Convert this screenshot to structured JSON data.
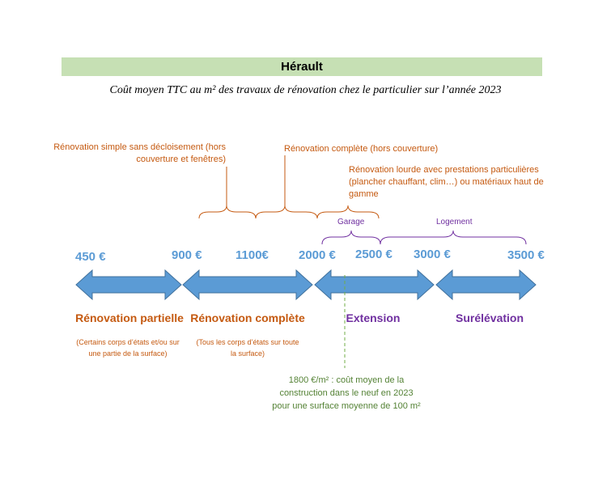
{
  "header": {
    "title": "Hérault"
  },
  "subtitle": "Coût moyen TTC au m² des travaux de rénovation chez le particulier sur l’année 2023",
  "brackets": {
    "simple": {
      "line1": "Rénovation simple sans décloisement (hors",
      "line2": "couverture et fenêtres)"
    },
    "complete": {
      "text": "Rénovation complète (hors couverture)"
    },
    "lourde": {
      "line1": "Rénovation lourde avec prestations particulières",
      "line2": "(plancher chauffant, clim…) ou matériaux haut de",
      "line3": "gamme"
    },
    "garage": "Garage",
    "logement": "Logement"
  },
  "prices": [
    "450 €",
    "900 €",
    "1100€",
    "2000 €",
    "2500 €",
    "3000 €",
    "3500 €"
  ],
  "categories": {
    "partielle": {
      "label": "Rénovation partielle",
      "note1": "(Certains corps d’états et/ou sur",
      "note2": "une partie de la surface)"
    },
    "complete": {
      "label": "Rénovation complète",
      "note1": "(Tous les corps d’états sur toute",
      "note2": "la surface)"
    },
    "extension": {
      "label": "Extension"
    },
    "surelevation": {
      "label": "Surélévation"
    }
  },
  "construction_note": {
    "line1": "1800 €/m² : coût moyen de la",
    "line2": "construction dans le neuf en 2023",
    "line3": "pour une surface moyenne de 100 m²"
  },
  "colors": {
    "arrow": "#5b9bd5",
    "orange": "#c55a11",
    "purple": "#7030a0",
    "green": "#548235",
    "banner": "#c6e0b4"
  }
}
